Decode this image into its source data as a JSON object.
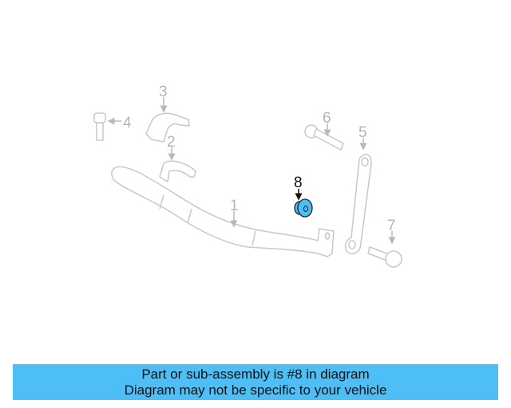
{
  "diagram": {
    "callouts": [
      {
        "number": "1",
        "highlighted": false
      },
      {
        "number": "2",
        "highlighted": false
      },
      {
        "number": "3",
        "highlighted": false
      },
      {
        "number": "4",
        "highlighted": false
      },
      {
        "number": "5",
        "highlighted": false
      },
      {
        "number": "6",
        "highlighted": false
      },
      {
        "number": "7",
        "highlighted": false
      },
      {
        "number": "8",
        "highlighted": true
      }
    ],
    "highlight_color": "#4dbef6",
    "part_line_color": "#c8c8c8"
  },
  "banner": {
    "line1": "Part or sub-assembly is #8 in diagram",
    "line2": "Diagram may not be specific to your vehicle",
    "background": "#4dbef6"
  }
}
